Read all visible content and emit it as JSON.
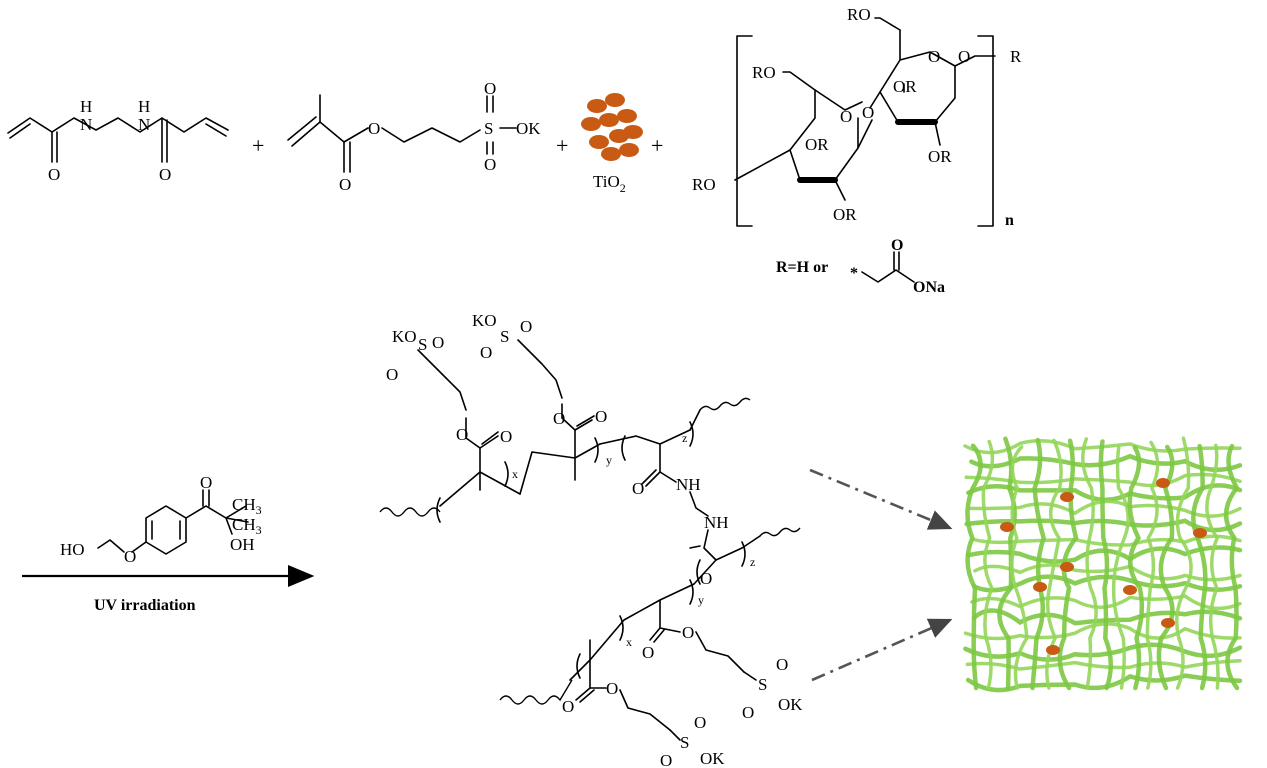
{
  "reactants": {
    "mba": {
      "nh_left": "N",
      "h_left": "H",
      "nh_right": "N",
      "h_right": "H",
      "o_left": "O",
      "o_right": "O"
    },
    "plus": "+",
    "spm": {
      "o_ester": "O",
      "o_carbonyl": "O",
      "s": "S",
      "o_top": "O",
      "o_bottom": "O",
      "ok": "OK"
    },
    "tio2": {
      "label": "TiO",
      "sub": "2",
      "color": "#c85a14"
    },
    "cmc": {
      "ro_top": "RO",
      "ro_left": "RO",
      "ro_bottom_left": "RO",
      "or_1": "OR",
      "or_2": "OR",
      "or_3": "OR",
      "or_4": "OR",
      "o_ring_1": "O",
      "o_ring_2": "O",
      "o_link": "O",
      "o_end": "O",
      "r_end": "R",
      "n": "n",
      "r_def_prefix": "R=H or",
      "r_def_star": "*",
      "r_def_o": "O",
      "r_def_ona": "ONa"
    }
  },
  "initiator": {
    "o_keto": "O",
    "ch3_1": "CH",
    "ch3_1_sub": "3",
    "ch3_2": "CH",
    "ch3_2_sub": "3",
    "oh": "OH",
    "ho": "HO",
    "o_ether": "O",
    "condition": "UV irradiation"
  },
  "product": {
    "ko_1": "KO",
    "s_1": "S",
    "o_1a": "O",
    "o_1b": "O",
    "ko_2": "KO",
    "s_2": "S",
    "o_2a": "O",
    "o_2b": "O",
    "o_e1": "O",
    "o_c1": "O",
    "o_e2": "O",
    "o_c2": "O",
    "x": "x",
    "y": "y",
    "z": "z",
    "o_am1": "O",
    "nh_1": "NH",
    "nh_2": "NH",
    "o_am2": "O",
    "x2": "x",
    "y2": "y",
    "z2": "z",
    "o_c3": "O",
    "o_e3": "O",
    "s_3": "S",
    "o_3a": "O",
    "o_3b": "O",
    "ok_3": "OK",
    "o_c4": "O",
    "o_e4": "O",
    "s_4": "S",
    "o_4a": "O",
    "o_4b": "O",
    "ok_4": "OK"
  },
  "network": {
    "fiber_color": "#7cc843",
    "particle_color": "#c85a14"
  }
}
